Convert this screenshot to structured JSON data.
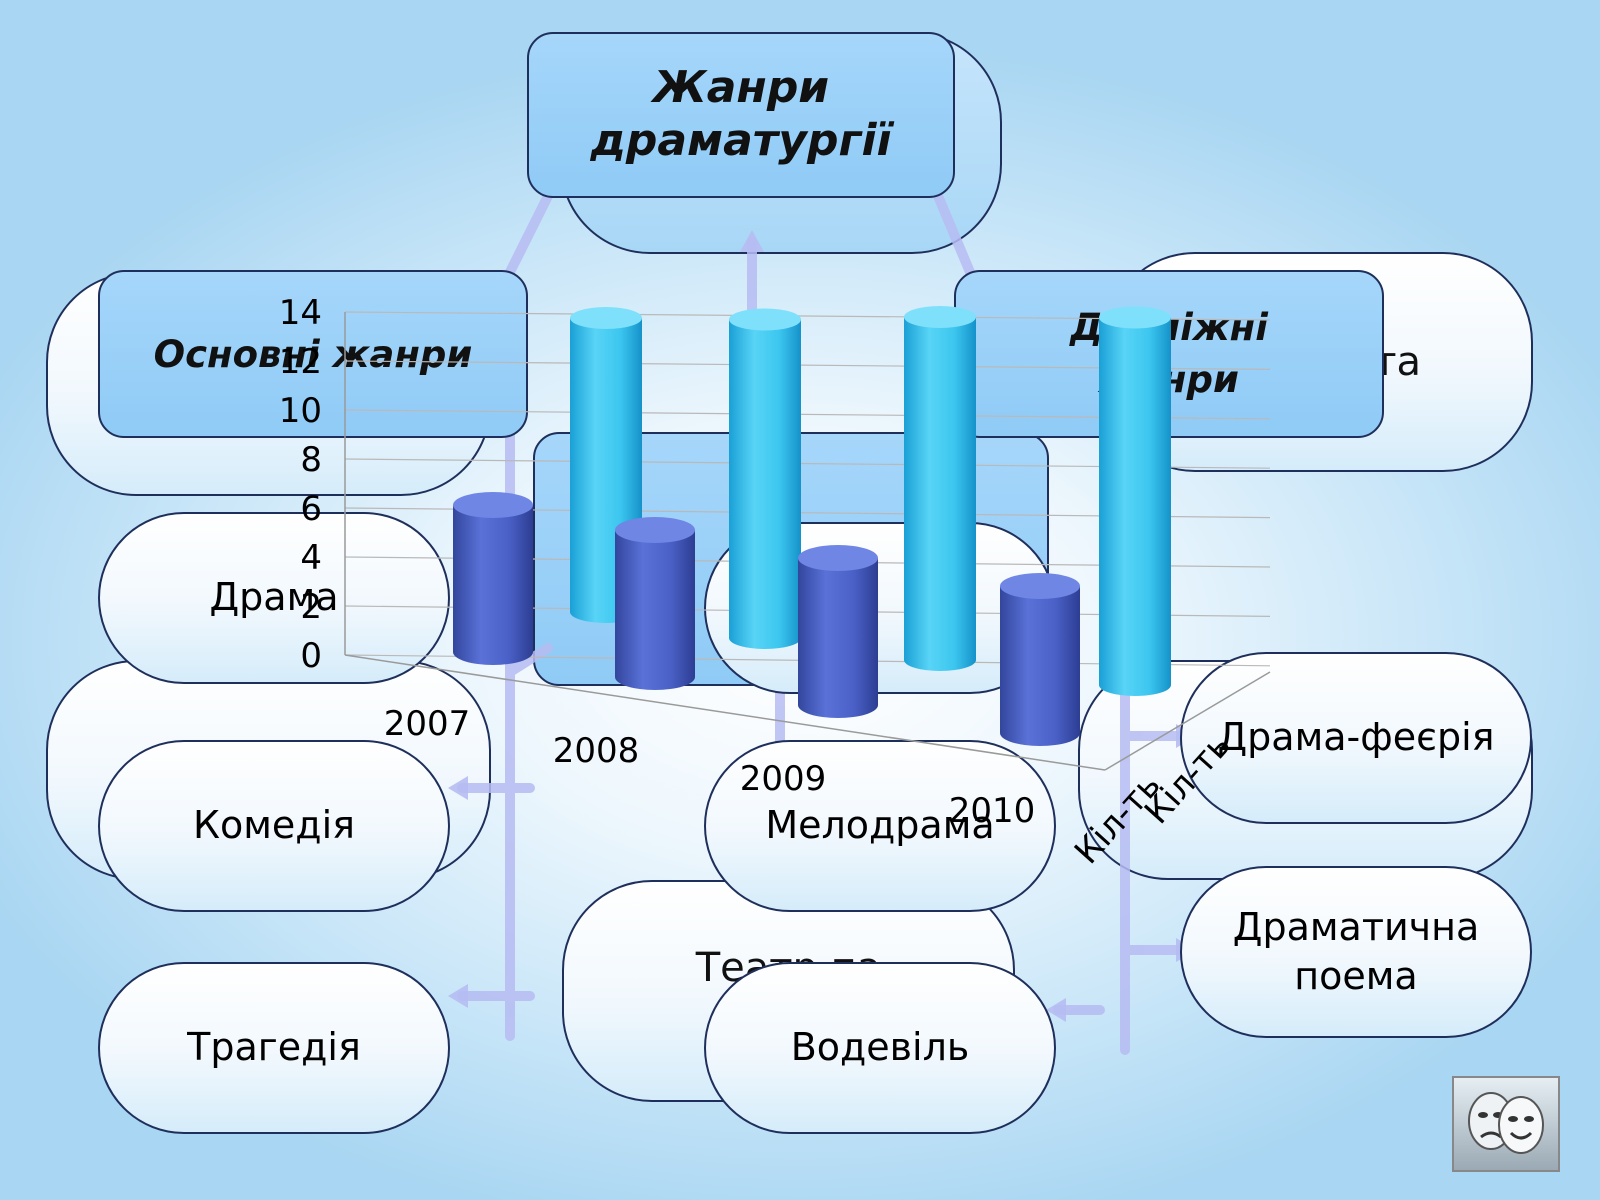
{
  "diagram": {
    "title": "Жанри драматургії",
    "main_genres_label": "Основні жанри",
    "intermediate_label": "Дотміжні жанри",
    "ghost_top_right": "та",
    "ghost_center": "Театр па",
    "items_left": [
      "Драма",
      "Комедія",
      "Трагедія"
    ],
    "items_middle": [
      "Мелодрама",
      "Водевіль"
    ],
    "items_right": [
      "Драма-феєрія",
      "Драматична поема"
    ]
  },
  "colors": {
    "series_dark": "#4f67cf",
    "series_light": "#3fc4ef",
    "box_border": "#1f2f5c",
    "arrow": "#b6bcf2"
  },
  "chart_data": {
    "type": "bar",
    "style": "3d-cylinder",
    "categories": [
      "2007",
      "2008",
      "2009",
      "2010"
    ],
    "series": [
      {
        "name": "Кіл-ть",
        "values": [
          6,
          6,
          6,
          6
        ]
      },
      {
        "name": "Кіл-ть",
        "values": [
          12,
          13,
          14,
          15
        ]
      }
    ],
    "yticks": [
      "0",
      "2",
      "4",
      "6",
      "8",
      "10",
      "12",
      "14"
    ],
    "ylim": [
      0,
      14
    ],
    "grid": true,
    "legend": "none",
    "title": "",
    "xlabel": "",
    "ylabel": ""
  }
}
